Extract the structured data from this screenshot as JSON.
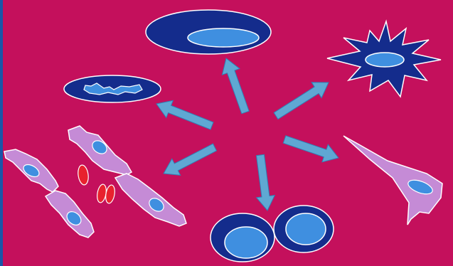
{
  "colors": {
    "background": "#c4105c",
    "background_shade": "#b00a52",
    "left_edge_band": "#1a55a8",
    "arrow_fill": "#5fa8d3",
    "arrow_stroke": "#2f7fb5",
    "cell_dark_blue": "#142c8c",
    "nucleus_light_blue": "#3f8fe0",
    "fibroblast_violet": "#c58bd6",
    "red_blood_cell": "#e8222e",
    "cell_outline": "#ffffff"
  },
  "diagram": {
    "center_node": "stem-cell-origin",
    "arrows": [
      {
        "target": "round-cell-top",
        "icon": "arrow-up-icon"
      },
      {
        "target": "star-cell",
        "icon": "arrow-up-right-icon"
      },
      {
        "target": "spindle-cell",
        "icon": "arrow-right-icon"
      },
      {
        "target": "paired-round-cells",
        "icon": "arrow-down-icon"
      },
      {
        "target": "fibroblast-cluster",
        "icon": "arrow-down-left-icon"
      },
      {
        "target": "flat-oval-cell",
        "icon": "arrow-left-icon"
      }
    ],
    "cell_types": [
      "round-cell-top",
      "star-cell",
      "spindle-cell",
      "paired-round-cells",
      "fibroblast-cluster",
      "flat-oval-cell"
    ]
  }
}
